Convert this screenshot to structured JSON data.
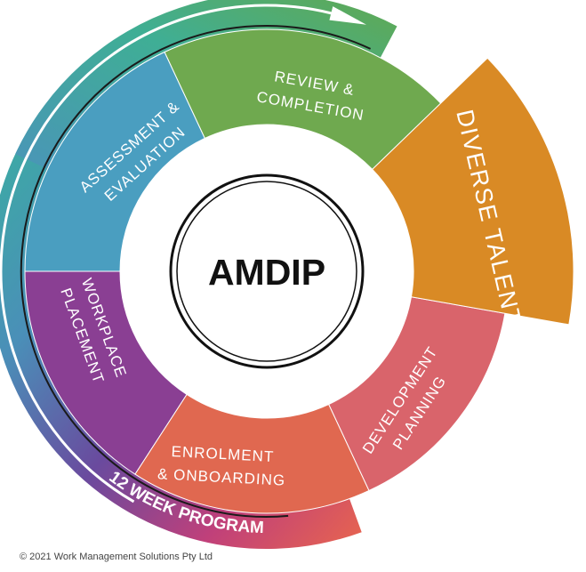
{
  "center": {
    "title": "AMDIP"
  },
  "segments": [
    {
      "id": "review",
      "lines": [
        "REVIEW &",
        "COMPLETION"
      ],
      "color": "#6fa94f"
    },
    {
      "id": "assessment",
      "lines": [
        "ASSESSMENT &",
        "EVALUATION"
      ],
      "color": "#4a9ec0"
    },
    {
      "id": "workplace",
      "lines": [
        "WORKPLACE",
        "PLACEMENT"
      ],
      "color": "#8a3f93"
    },
    {
      "id": "enrolment",
      "lines": [
        "ENROLMENT",
        "& ONBOARDING"
      ],
      "color": "#e06850"
    },
    {
      "id": "development",
      "lines": [
        "DEVELOPMENT",
        "PLANNING"
      ],
      "color": "#d9646b"
    }
  ],
  "outcome": {
    "label": "DIVERSE TALENT",
    "color": "#d98a25"
  },
  "program": {
    "label": "12 WEEK PROGRAM"
  },
  "footer": {
    "copyright": "© 2021 Work Management Solutions Pty Ltd"
  }
}
